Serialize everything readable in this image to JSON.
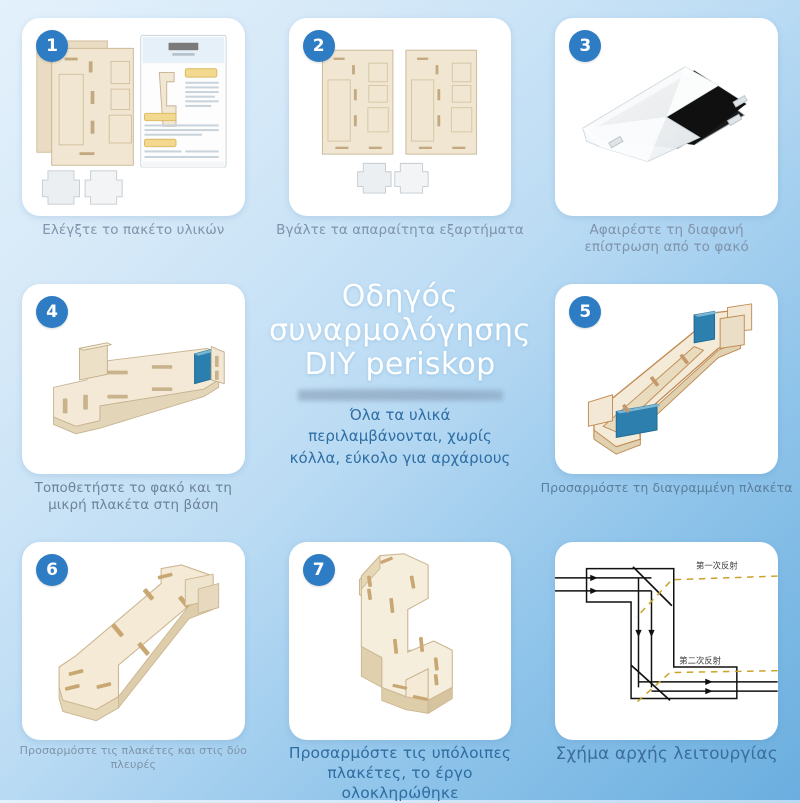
{
  "page": {
    "kind": "diy-periscope-assembly-instructions",
    "background_top": "#e3f1fb",
    "background_bottom": "#6aaedf",
    "badge_color": "#2e7cc4",
    "card_color": "#ffffff"
  },
  "center": {
    "title_lines": [
      "Οδηγός",
      "συναρμολόγησης",
      "DIY periskop"
    ],
    "blurred_line": "",
    "subtitle_lines": [
      "Όλα τα υλικά",
      "περιλαμβάνονται, χωρίς",
      "κόλλα, εύκολο για αρχάριους"
    ],
    "title_color": "#ffffff",
    "subtitle_color": "#2e6ea4"
  },
  "steps": [
    {
      "number": "1",
      "caption": "Ελέγξτε το πακέτο υλικών",
      "art": "kit-package-with-plywood-sheets"
    },
    {
      "number": "2",
      "caption": "Βγάλτε τα απαραίτητα εξαρτήματα",
      "art": "two-plywood-sheets-and-mirrors"
    },
    {
      "number": "3",
      "caption_lines": [
        "Αφαιρέστε τη διαφανή",
        "επίστρωση από το φακό"
      ],
      "art": "mirror-with-protective-film"
    },
    {
      "number": "4",
      "caption_lines": [
        "Τοποθετήστε το φακό και τη",
        "μικρή πλακέτα στη βάση"
      ],
      "art": "base-plate-with-mirror"
    },
    {
      "number": "5",
      "caption": "Προσαρμόστε τη διαγραμμένη πλακέτα",
      "art": "assembled-channel-with-two-mirrors"
    },
    {
      "number": "6",
      "caption": "Προσαρμόστε τις πλακέτες και στις δύο πλευρές",
      "art": "z-shaped-body-half-closed"
    },
    {
      "number": "7",
      "caption_lines": [
        "Προσαρμόστε τις υπόλοιπες",
        "πλακέτες, το έργο ολοκληρώθηκε"
      ],
      "art": "finished-periscope"
    },
    {
      "number": "",
      "caption": "Σχήμα αρχής λειτουργίας",
      "art": "optical-principle-diagram",
      "diagram_labels": [
        "第一次反射",
        "第二次反射"
      ]
    }
  ]
}
